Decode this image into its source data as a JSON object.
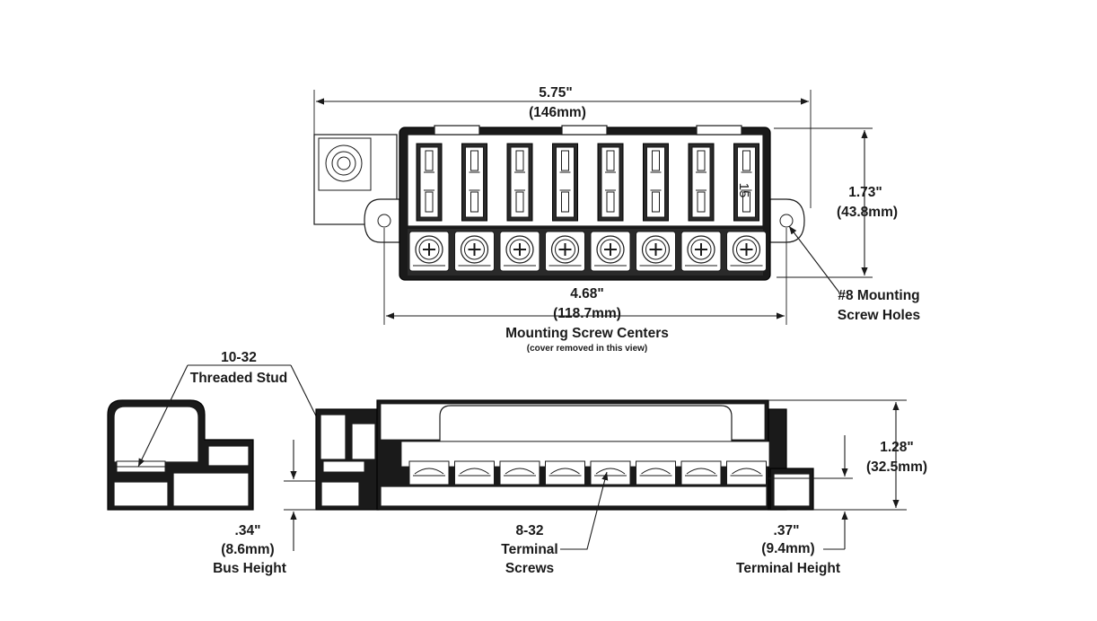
{
  "dimensions": {
    "overall_width": {
      "inch": "5.75\"",
      "mm": "(146mm)"
    },
    "overall_depth": {
      "inch": "1.73\"",
      "mm": "(43.8mm)"
    },
    "mount_centers": {
      "inch": "4.68\"",
      "mm": "(118.7mm)",
      "caption": "Mounting Screw Centers",
      "note": "(cover removed in this view)"
    },
    "mount_holes": {
      "line1": "#8 Mounting",
      "line2": "Screw Holes"
    },
    "stud": {
      "line1": "10-32",
      "line2": "Threaded Stud"
    },
    "overall_height": {
      "inch": "1.28\"",
      "mm": "(32.5mm)"
    },
    "bus_height": {
      "inch": ".34\"",
      "mm": "(8.6mm)",
      "caption": "Bus Height"
    },
    "terminal_screws": {
      "line1": "8-32",
      "line2": "Terminal",
      "line3": "Screws"
    },
    "terminal_height": {
      "inch": ".37\"",
      "mm": "(9.4mm)",
      "caption": "Terminal Height"
    }
  },
  "fuse_positions": 8,
  "fuse_label": "15"
}
